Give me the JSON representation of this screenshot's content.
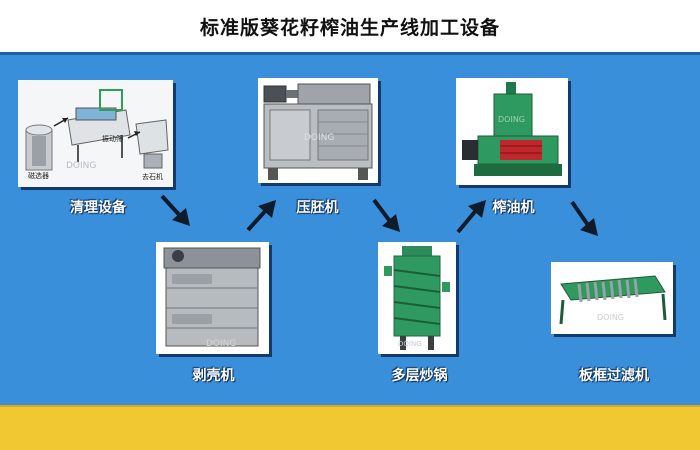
{
  "title": "标准版葵花籽榨油生产线加工设备",
  "stages": [
    {
      "label": "清理设备"
    },
    {
      "label": "剥壳机"
    },
    {
      "label": "压胚机"
    },
    {
      "label": "多层炒锅"
    },
    {
      "label": "榨油机"
    },
    {
      "label": "板框过滤机"
    }
  ],
  "cleaning_parts": {
    "part1": "振动筛",
    "part2": "磁选器",
    "part3": "去石机"
  },
  "watermark": "DOING",
  "colors": {
    "panel": "#3a8fdb",
    "footer": "#f2c832",
    "arrow": "#0d1b2a"
  }
}
